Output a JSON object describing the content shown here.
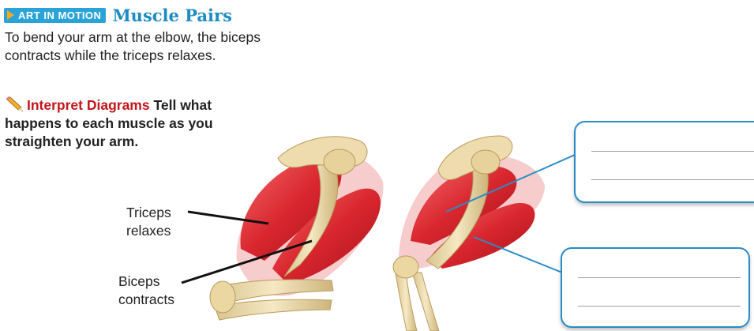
{
  "header": {
    "badge": "ART IN MOTION",
    "title": "Muscle Pairs"
  },
  "intro": "To bend your arm at the elbow, the biceps contracts while the triceps relaxes.",
  "prompt": {
    "label": "Interpret Diagrams",
    "text": "Tell what happens to each muscle as you straighten your arm."
  },
  "callouts": {
    "triceps": [
      "Triceps",
      "relaxes"
    ],
    "biceps": [
      "Biceps",
      "contracts"
    ]
  },
  "colors": {
    "accent_blue": "#1d8cc4",
    "badge_blue": "#2aa3d8",
    "prompt_red": "#c4161c",
    "muscle_red": "#d9262e",
    "bone": "#e9d7a5",
    "box_border": "#2a8bc6"
  },
  "icons": [
    "play-arrow-icon",
    "pencil-icon"
  ]
}
